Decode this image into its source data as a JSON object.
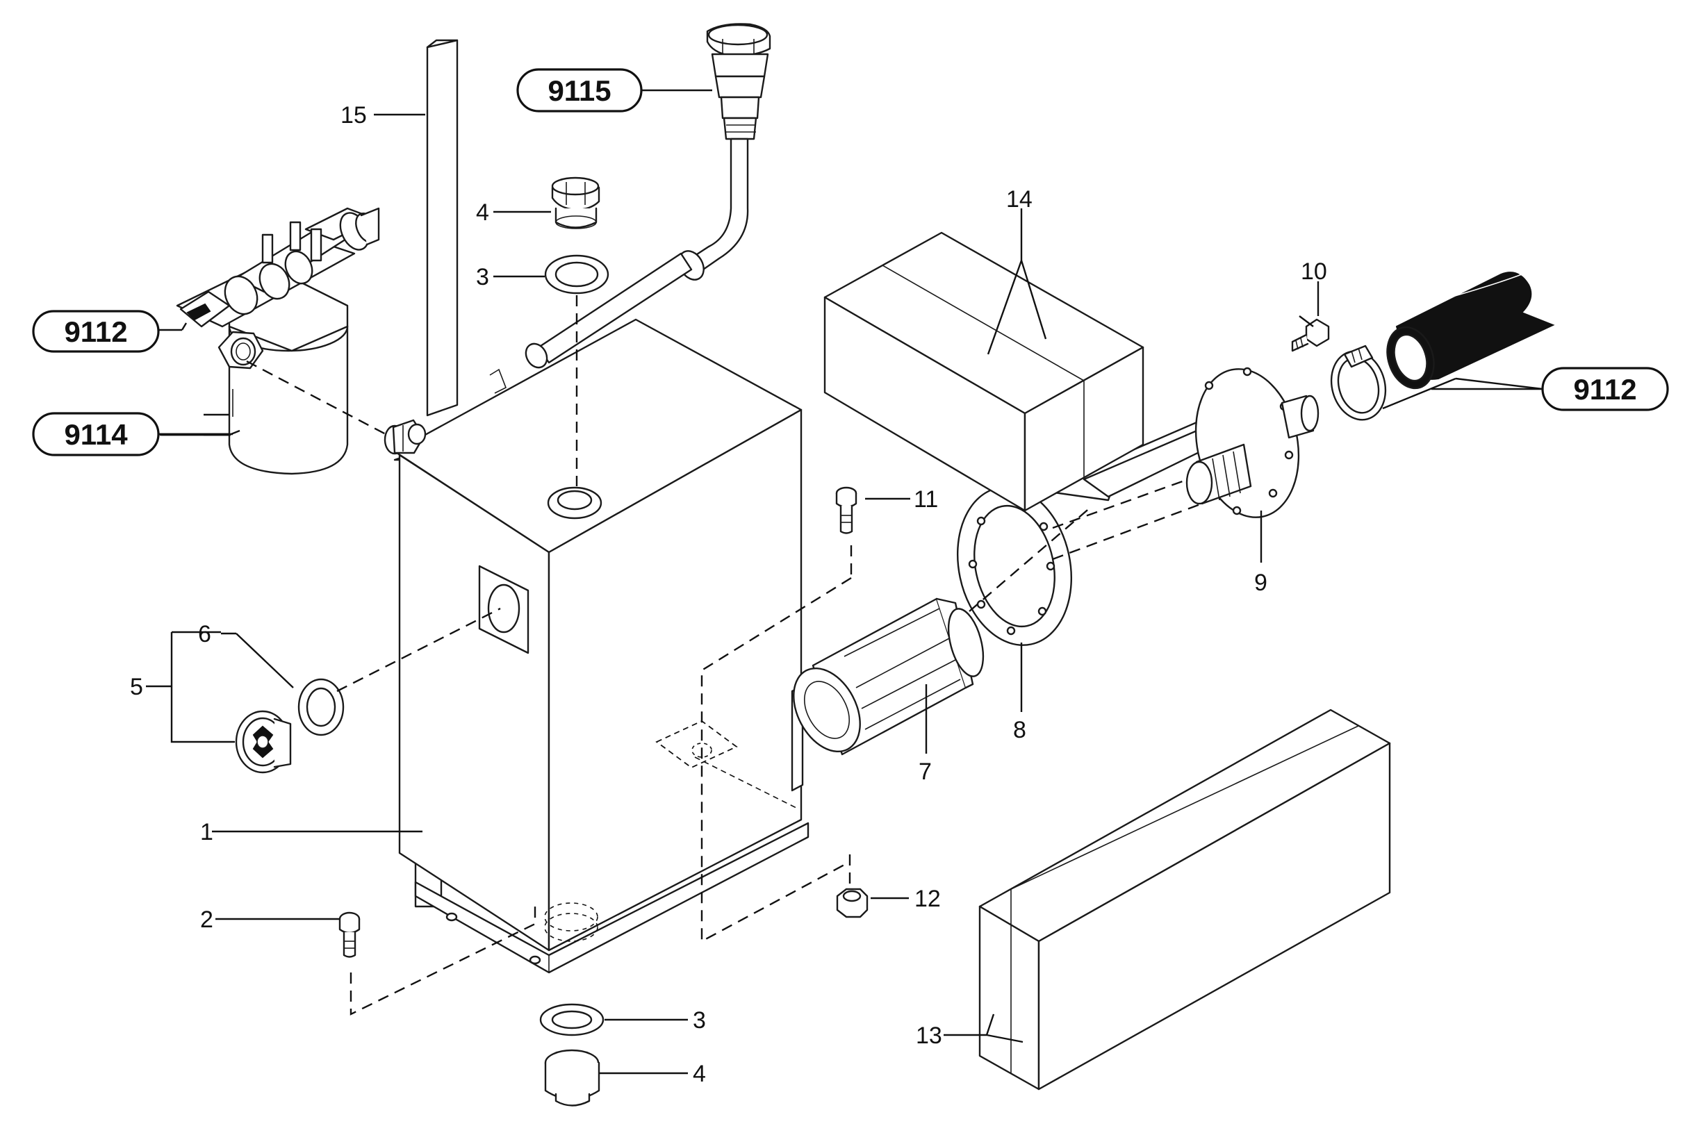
{
  "callouts": {
    "c1": "1",
    "c2": "2",
    "c3_top": "3",
    "c3_bottom": "3",
    "c4_top": "4",
    "c4_bottom": "4",
    "c5": "5",
    "c6": "6",
    "c7": "7",
    "c8": "8",
    "c9": "9",
    "c10": "10",
    "c11": "11",
    "c12": "12",
    "c13": "13",
    "c14": "14",
    "c15": "15"
  },
  "references": {
    "ref_9115": "9115",
    "ref_9112_left": "9112",
    "ref_9114": "9114",
    "ref_9112_right": "9112"
  }
}
